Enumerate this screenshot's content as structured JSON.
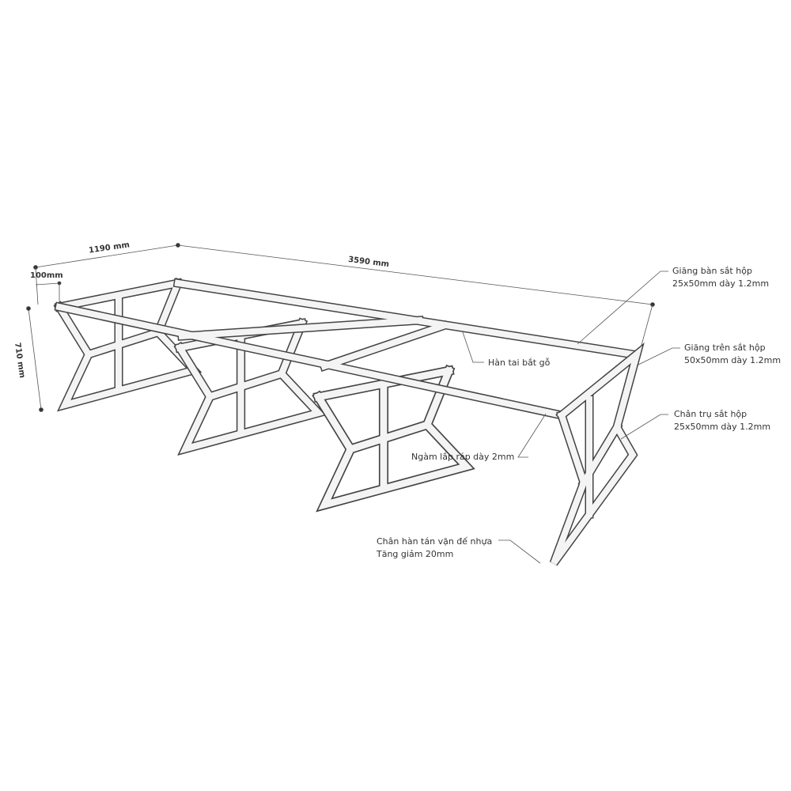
{
  "dimensions": {
    "depth": "1190 mm",
    "overhang": "100mm",
    "height": "710 mm",
    "length": "3590 mm"
  },
  "callouts": [
    {
      "line1": "Giăng bàn sắt hộp",
      "line2": "25x50mm dày 1.2mm"
    },
    {
      "line1": "Giăng trên sắt hộp",
      "line2": "50x50mm dày 1.2mm"
    },
    {
      "line1": "Chân trụ sắt hộp",
      "line2": "25x50mm dày 1.2mm"
    },
    {
      "line1": "Hàn tai bắt gỗ"
    },
    {
      "line1": "Ngàm lắp ráp dày 2mm"
    },
    {
      "line1": "Chân hàn tán vặn đế nhựa",
      "line2": "Tăng giảm 20mm"
    }
  ]
}
